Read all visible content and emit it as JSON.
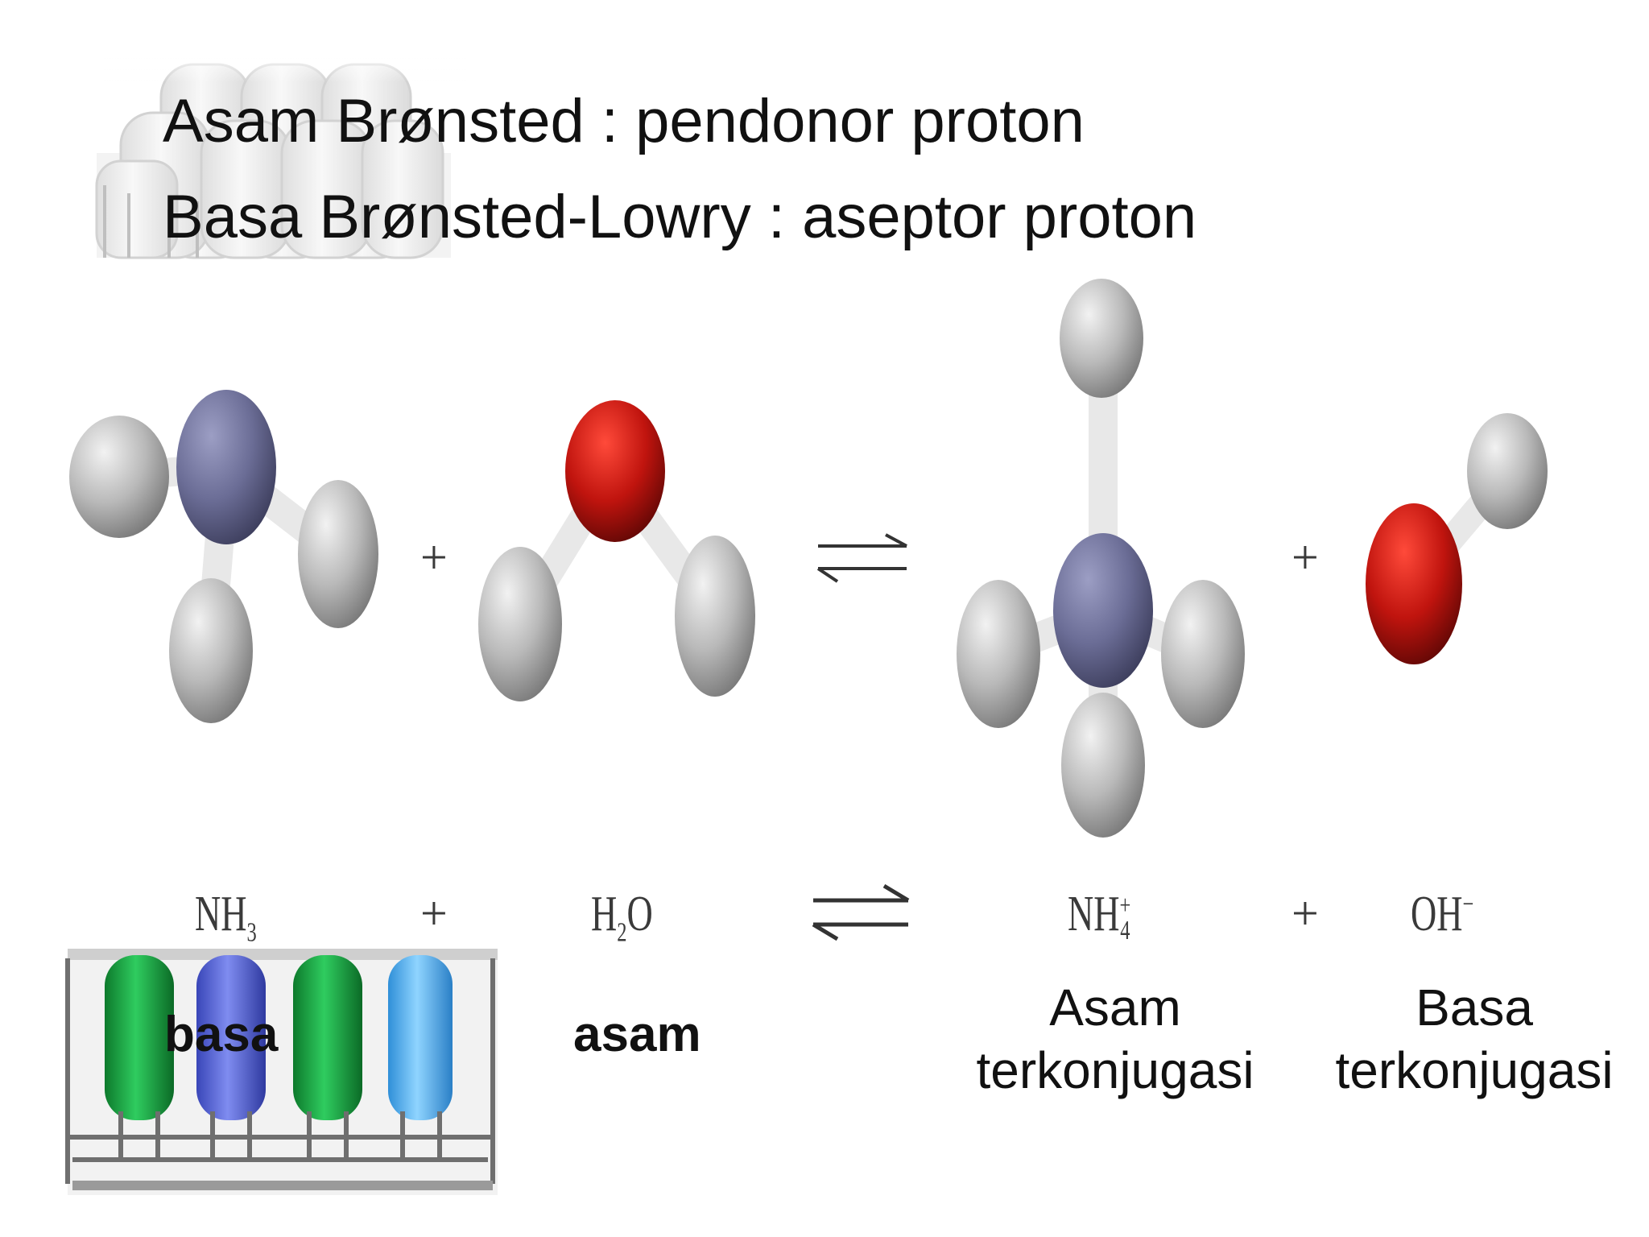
{
  "title_lines": {
    "line1": "Asam Brønsted : pendonor proton",
    "line2": "Basa Brønsted-Lowry : aseptor proton"
  },
  "equation": {
    "reactant1": {
      "base": "NH",
      "sub": "3",
      "label": "basa"
    },
    "reactant2": {
      "pre": "H",
      "sub": "2",
      "post": "O",
      "label": "asam"
    },
    "product1": {
      "base": "NH",
      "sup": "+",
      "sub": "4",
      "label_line1": "Asam",
      "label_line2": "terkonjugasi"
    },
    "product2": {
      "base": "OH",
      "sup": "−",
      "label_line1": "Basa",
      "label_line2": "terkonjugasi"
    },
    "plus": "+"
  },
  "colors": {
    "nitrogen": "#6b6d96",
    "oxygen": "#c0140e",
    "hydrogen": "#b8b8b8",
    "bond": "#e6e6e6",
    "text": "#111111"
  }
}
